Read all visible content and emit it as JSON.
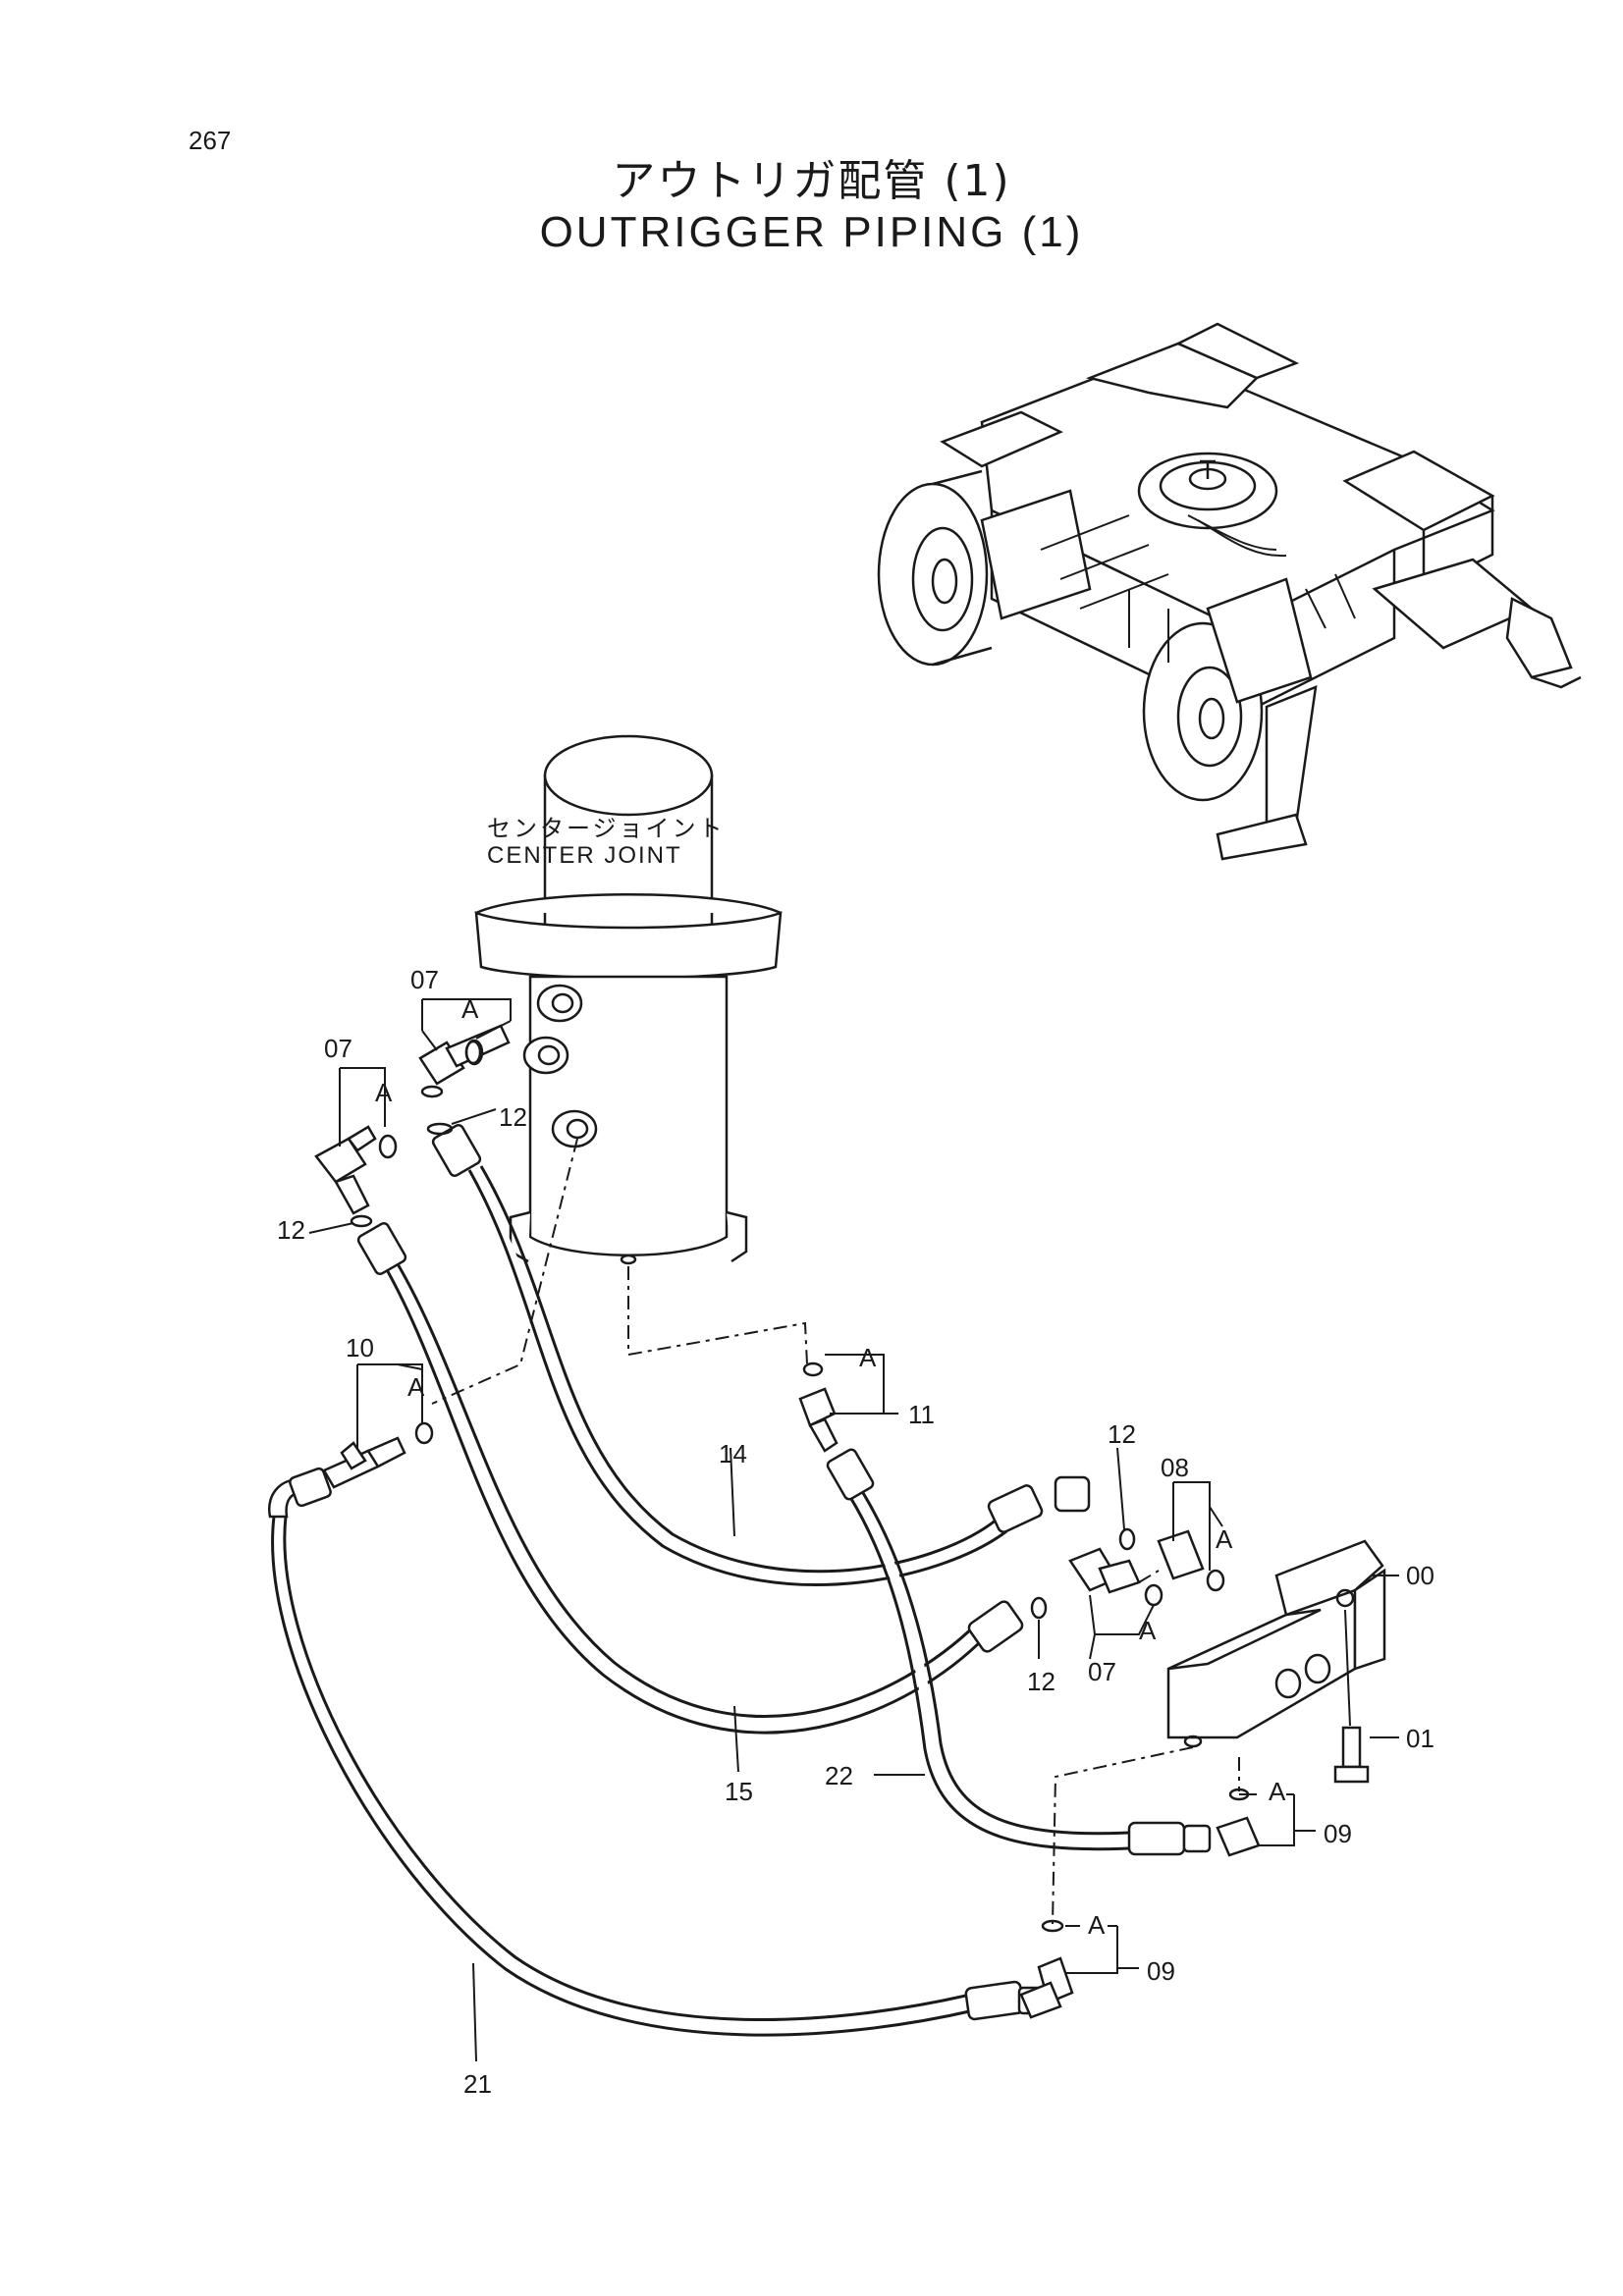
{
  "page_number": "267",
  "title": {
    "japanese": "アウトリガ配管 (1)",
    "english": "OUTRIGGER PIPING (1)"
  },
  "component_label": {
    "japanese": "センタージョイント",
    "english": "CENTER JOINT"
  },
  "callouts": [
    {
      "id": "c07a",
      "text": "07"
    },
    {
      "id": "cAa",
      "text": "A"
    },
    {
      "id": "c07b",
      "text": "07"
    },
    {
      "id": "cAb",
      "text": "A"
    },
    {
      "id": "c12a",
      "text": "12"
    },
    {
      "id": "c12b",
      "text": "12"
    },
    {
      "id": "c10",
      "text": "10"
    },
    {
      "id": "cAc",
      "text": "A"
    },
    {
      "id": "cAd",
      "text": "A"
    },
    {
      "id": "c11",
      "text": "11"
    },
    {
      "id": "c14",
      "text": "14"
    },
    {
      "id": "c12c",
      "text": "12"
    },
    {
      "id": "c08",
      "text": "08"
    },
    {
      "id": "cAe",
      "text": "A"
    },
    {
      "id": "c00",
      "text": "00"
    },
    {
      "id": "cAf",
      "text": "A"
    },
    {
      "id": "c12d",
      "text": "12"
    },
    {
      "id": "c07c",
      "text": "07"
    },
    {
      "id": "c01",
      "text": "01"
    },
    {
      "id": "c15",
      "text": "15"
    },
    {
      "id": "c22",
      "text": "22"
    },
    {
      "id": "cAg",
      "text": "A"
    },
    {
      "id": "c09a",
      "text": "09"
    },
    {
      "id": "cAh",
      "text": "A"
    },
    {
      "id": "c09b",
      "text": "09"
    },
    {
      "id": "c21",
      "text": "21"
    }
  ]
}
